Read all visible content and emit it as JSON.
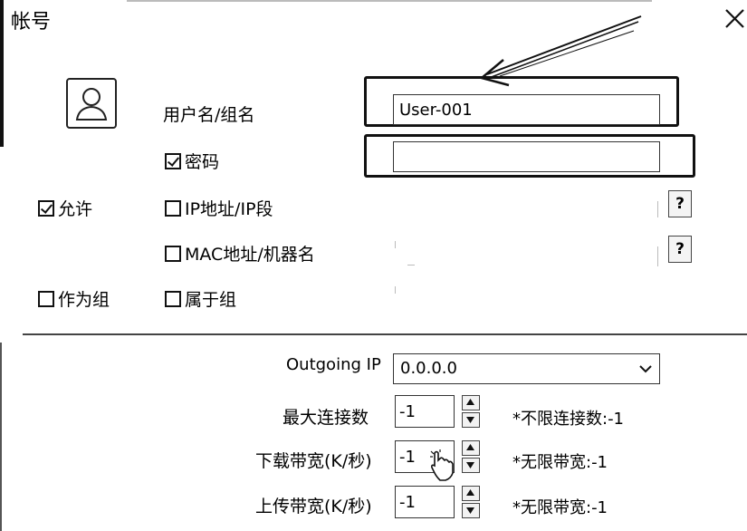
{
  "window": {
    "title": "帐号",
    "close_label": "×"
  },
  "account": {
    "username_label": "用户名/组名",
    "username_value": "User-001",
    "password_label": "密码",
    "password_checked": true,
    "password_value": "",
    "allow_label": "允许",
    "allow_checked": true,
    "ip_label": "IP地址/IP段",
    "ip_checked": false,
    "mac_label": "MAC地址/机器名",
    "mac_checked": false,
    "as_group_label": "作为组",
    "as_group_checked": false,
    "member_of_label": "属于组",
    "member_of_checked": false,
    "help_label": "?"
  },
  "settings": {
    "outgoing_ip_label": "Outgoing IP",
    "outgoing_ip_value": "0.0.0.0",
    "max_conn_label": "最大连接数",
    "max_conn_value": "-1",
    "max_conn_hint": "*不限连接数:-1",
    "download_label": "下载带宽(K/秒)",
    "download_value": "-1",
    "download_hint": "*无限带宽:-1",
    "upload_label": "上传带宽(K/秒)",
    "upload_value": "-1",
    "upload_hint": "*无限带宽:-1"
  },
  "icons": {
    "avatar": "user-silhouette-icon",
    "close": "close-icon",
    "dropdown": "chevron-down-icon",
    "spin_up": "triangle-up-icon",
    "spin_down": "triangle-down-icon",
    "cursor": "hand-cursor-icon",
    "annotation": "arrow-annotation-icon"
  }
}
